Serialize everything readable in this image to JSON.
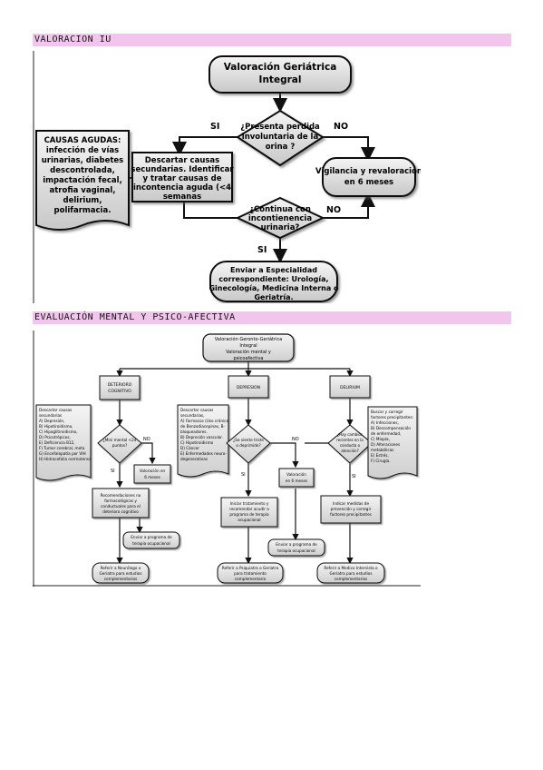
{
  "section1": {
    "header": "VALORACION IU"
  },
  "flow1": {
    "start": [
      "Valoración Geriátrica",
      "Integral"
    ],
    "decision1": [
      "¿Presenta perdida",
      "involuntaria de la",
      "orina ?"
    ],
    "si1": "SI",
    "no1": "NO",
    "acute": [
      "CAUSAS AGUDAS:",
      "infección de vías",
      "urinarias, diabetes",
      "descontrolada,",
      "impactación fecal,",
      "atrofia vaginal,",
      "delirium,",
      "polifarmacia."
    ],
    "secondary": [
      "Descartar causas",
      "secundarias. Identificar",
      "y tratar causas de",
      "incontencia aguda (<4",
      "semanas"
    ],
    "vigilance": [
      "Vigilancia y revaloración",
      "en 6 meses"
    ],
    "decision2": [
      "¿Continua con",
      "incontienencia",
      "urinaria?"
    ],
    "no2": "NO",
    "si2": "SI",
    "refer": [
      "Enviar a Especialidad",
      "correspondiente: Urología,",
      "Ginecología, Medicina Interna o",
      "Geriatría."
    ]
  },
  "section2": {
    "header": "EVALUACIÓN MENTAL Y PSICO-AFECTIVA"
  },
  "flow2": {
    "top": [
      "Valoración Geronto-Geriátrica",
      "Integral",
      "Valoración mental y",
      "psicoafectiva"
    ],
    "col1": {
      "title": [
        "DETERIORO",
        "COGNITIVO"
      ],
      "causes": [
        "Descartar causas",
        "secundarias",
        "A) Depresión,",
        "B) Hipotiroidismo,",
        "C) Hipoglitiroidismo,",
        "D) Psicotrópicos,",
        "E) Deficiencia B12,",
        "F) Tumor cerebral, meta",
        "G) Encefalopatía por VIH",
        "H) Hidrocefalia normotensa"
      ],
      "decision": [
        "¿Mini mental <24",
        "puntos?"
      ],
      "no": "NO",
      "si": "SI",
      "valoracion": [
        "Valoración en",
        "6 meses"
      ],
      "recs": [
        "Recomendaciones no",
        "farmacológicas y",
        "conductuales para el",
        "deterioro cognitivo"
      ],
      "terapia": [
        "Enviar a programa de",
        "terapia ocupacional"
      ],
      "refer": [
        "Referir a Neurólogo o",
        "Geriatra para estudios",
        "complementarios"
      ]
    },
    "col2": {
      "title": [
        "DEPRESION"
      ],
      "causes": [
        "Descartar causas",
        "secundarias,",
        "A) Farmacos (Uso crónico",
        "de Benzodiacepinas, B-",
        "bloqueadores.",
        "B) Depresión vascular.",
        "C) Hipotiroidismo",
        "D) Cáncer",
        "E) Enfermedades neuro-",
        "degenerativas"
      ],
      "decision": [
        "¿Se siente triste",
        "o deprimido?"
      ],
      "no": "NO",
      "si": "SI",
      "valoracion": [
        "Valoración",
        "en 6 meses"
      ],
      "treat": [
        "Iniciar tratamiento y",
        "recomendar acudir a",
        "programa de terapia",
        "ocupacional"
      ],
      "terapia": [
        "Enviar a programa de",
        "terapia ocupacional"
      ],
      "refer": [
        "Referir a Psiquiatra o Geriatra",
        "para tratamiento",
        "complementario"
      ]
    },
    "col3": {
      "title": [
        "DELIRIUM"
      ],
      "decision": [
        "¿Hay cambios",
        "recientes en la",
        "conducta o",
        "atención?"
      ],
      "si": "SI",
      "causes": [
        "Buscar y corregir",
        "factores precipitantes:",
        "A) Infecciones,",
        "B) Descompensación",
        "de enfermedad,",
        "C) Miopía,",
        "D) Alteraciones",
        "metabólicas",
        "E) Estrés,",
        "F) Cirugía."
      ],
      "treat": [
        "Indicar medidas de",
        "prevención y corregir",
        "factores precipitantes"
      ],
      "refer": [
        "Referir a Medico Internista o",
        "Geriatra para estudios",
        "complementarios"
      ]
    }
  }
}
